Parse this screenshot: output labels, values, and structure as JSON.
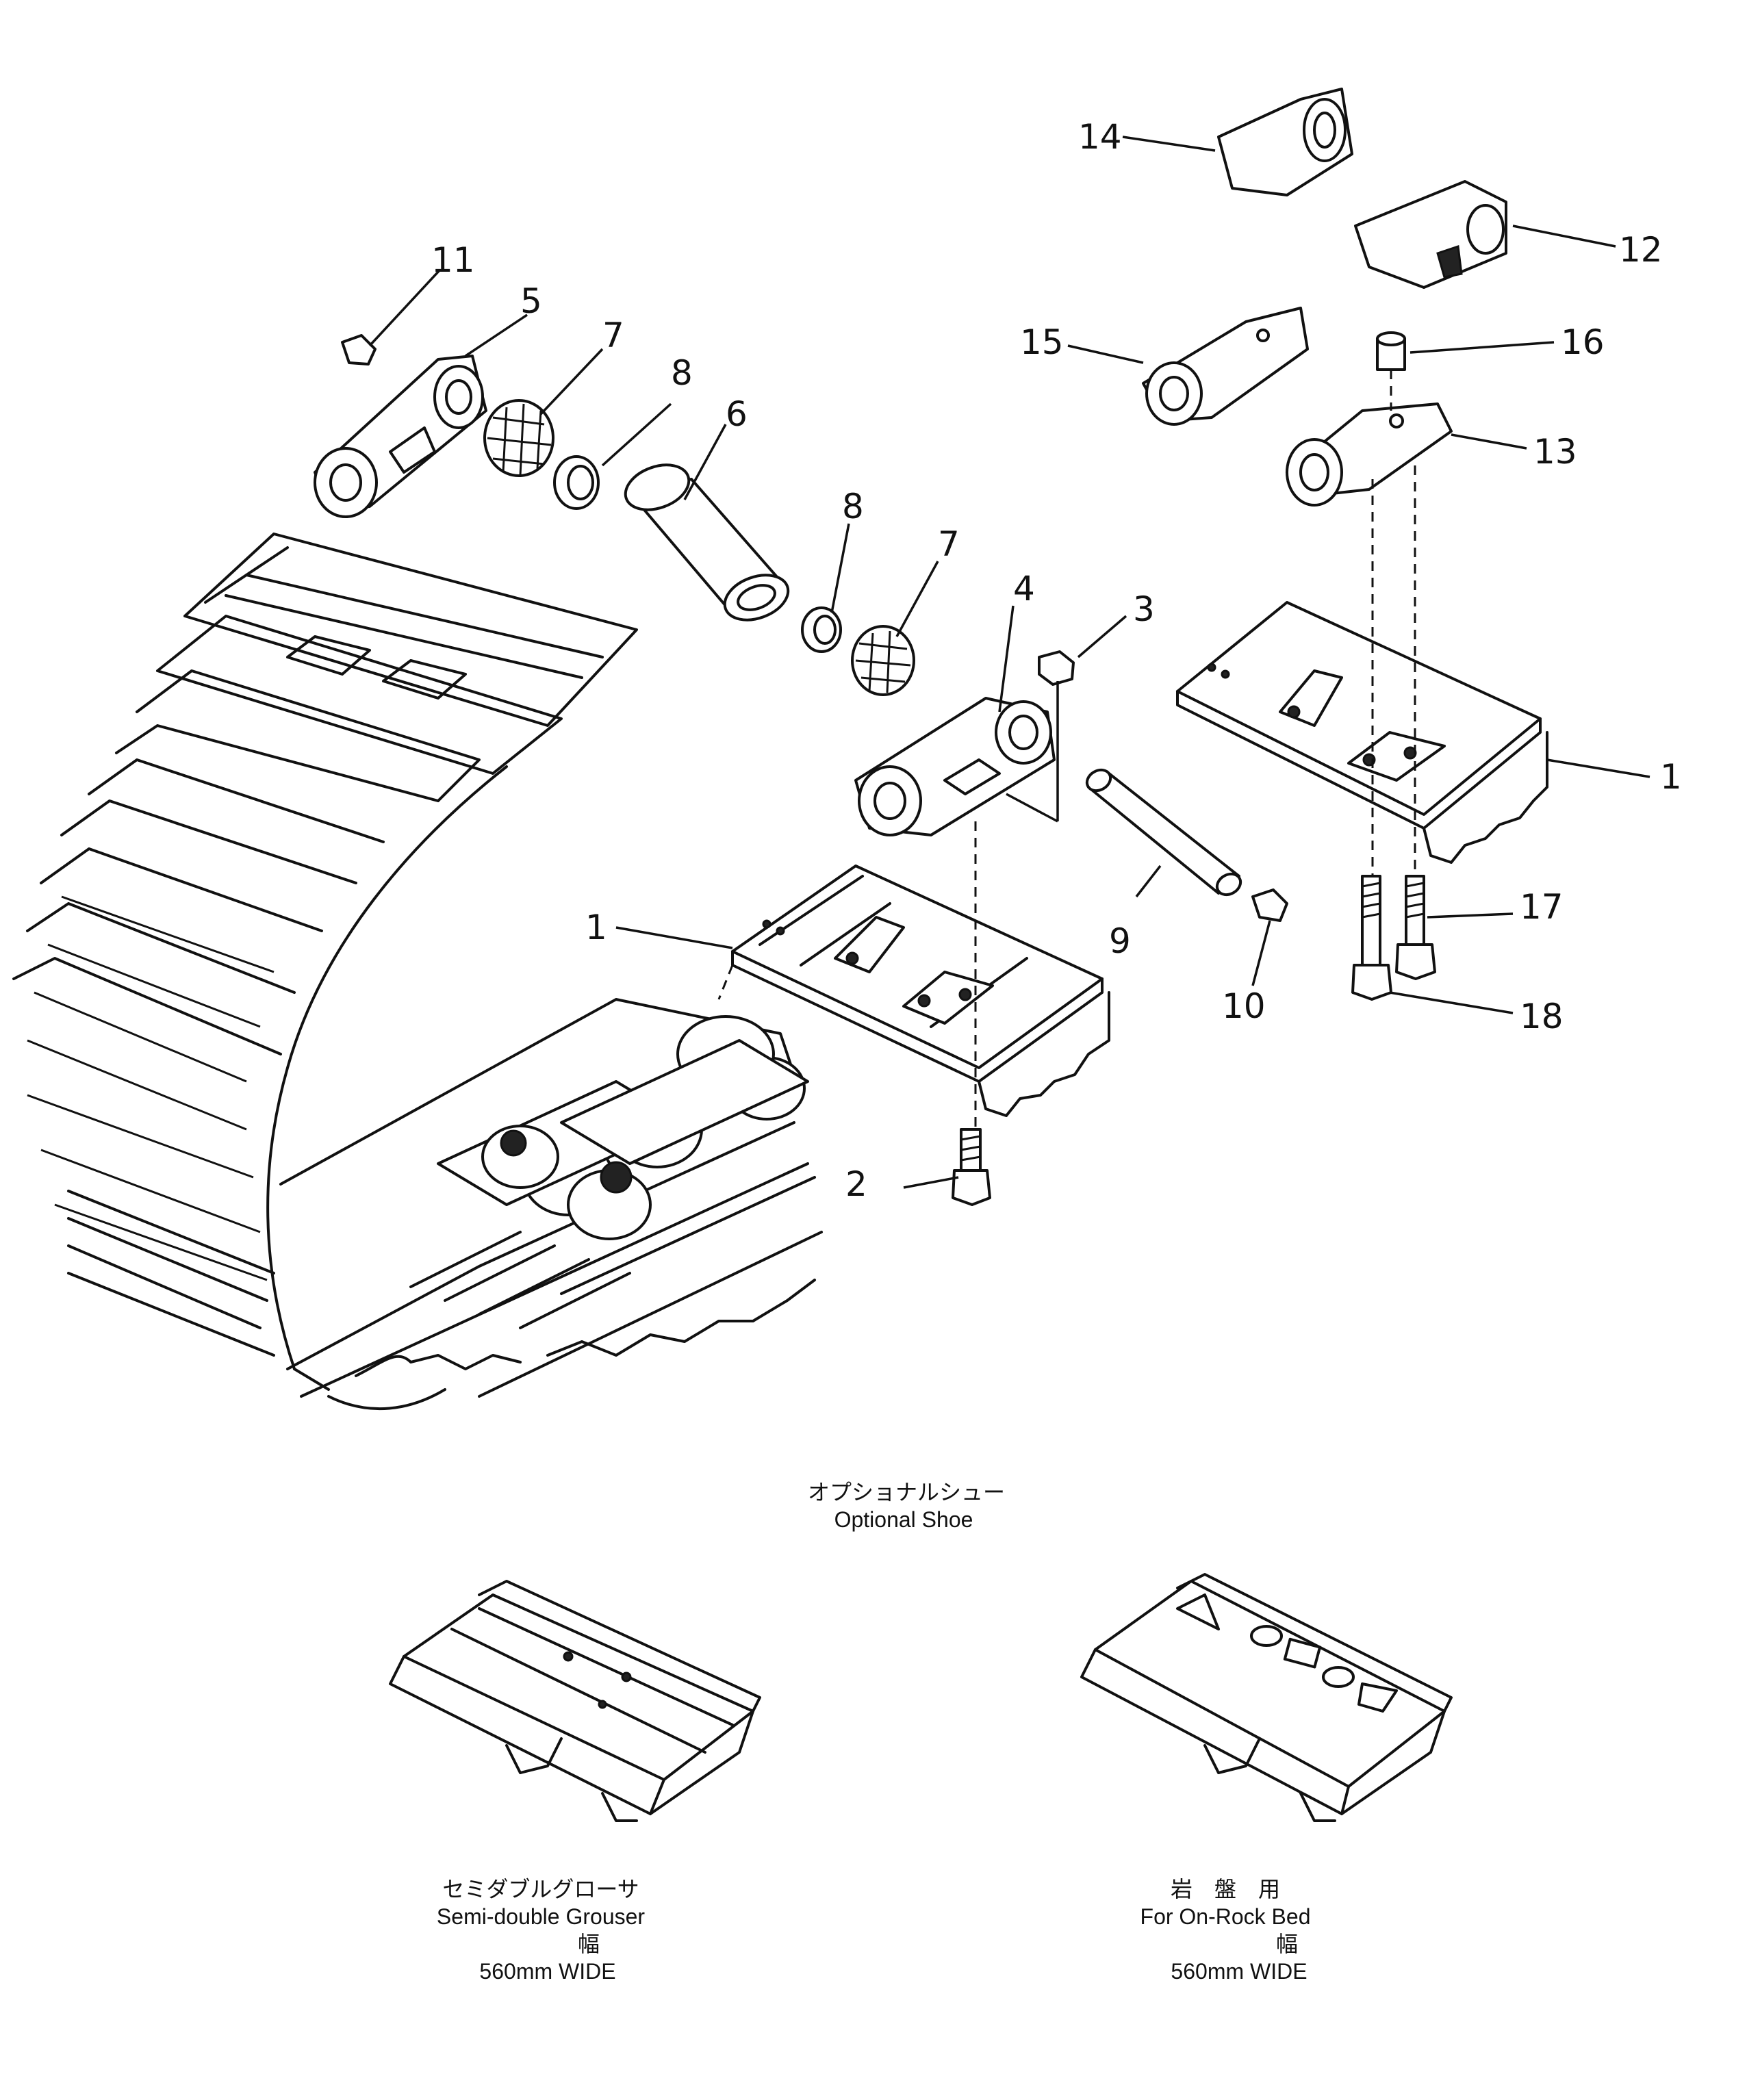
{
  "callouts": {
    "n1a": "1",
    "n1b": "1",
    "n2": "2",
    "n3": "3",
    "n4": "4",
    "n5": "5",
    "n6": "6",
    "n7a": "7",
    "n7b": "7",
    "n8a": "8",
    "n8b": "8",
    "n9": "9",
    "n10": "10",
    "n11": "11",
    "n12": "12",
    "n13": "13",
    "n14": "14",
    "n15": "15",
    "n16": "16",
    "n17": "17",
    "n18": "18"
  },
  "optional": {
    "title_jp": "オプショナルシュー",
    "title_en": "Optional Shoe"
  },
  "shoe_semi": {
    "name_jp": "セミダブルグローサ",
    "name_en": "Semi-double Grouser",
    "width_jp": "幅",
    "width": "560mm WIDE"
  },
  "shoe_rock": {
    "name_jp": "岩　盤　用",
    "name_en": "For On-Rock Bed",
    "width_jp": "幅",
    "width": "560mm WIDE"
  }
}
